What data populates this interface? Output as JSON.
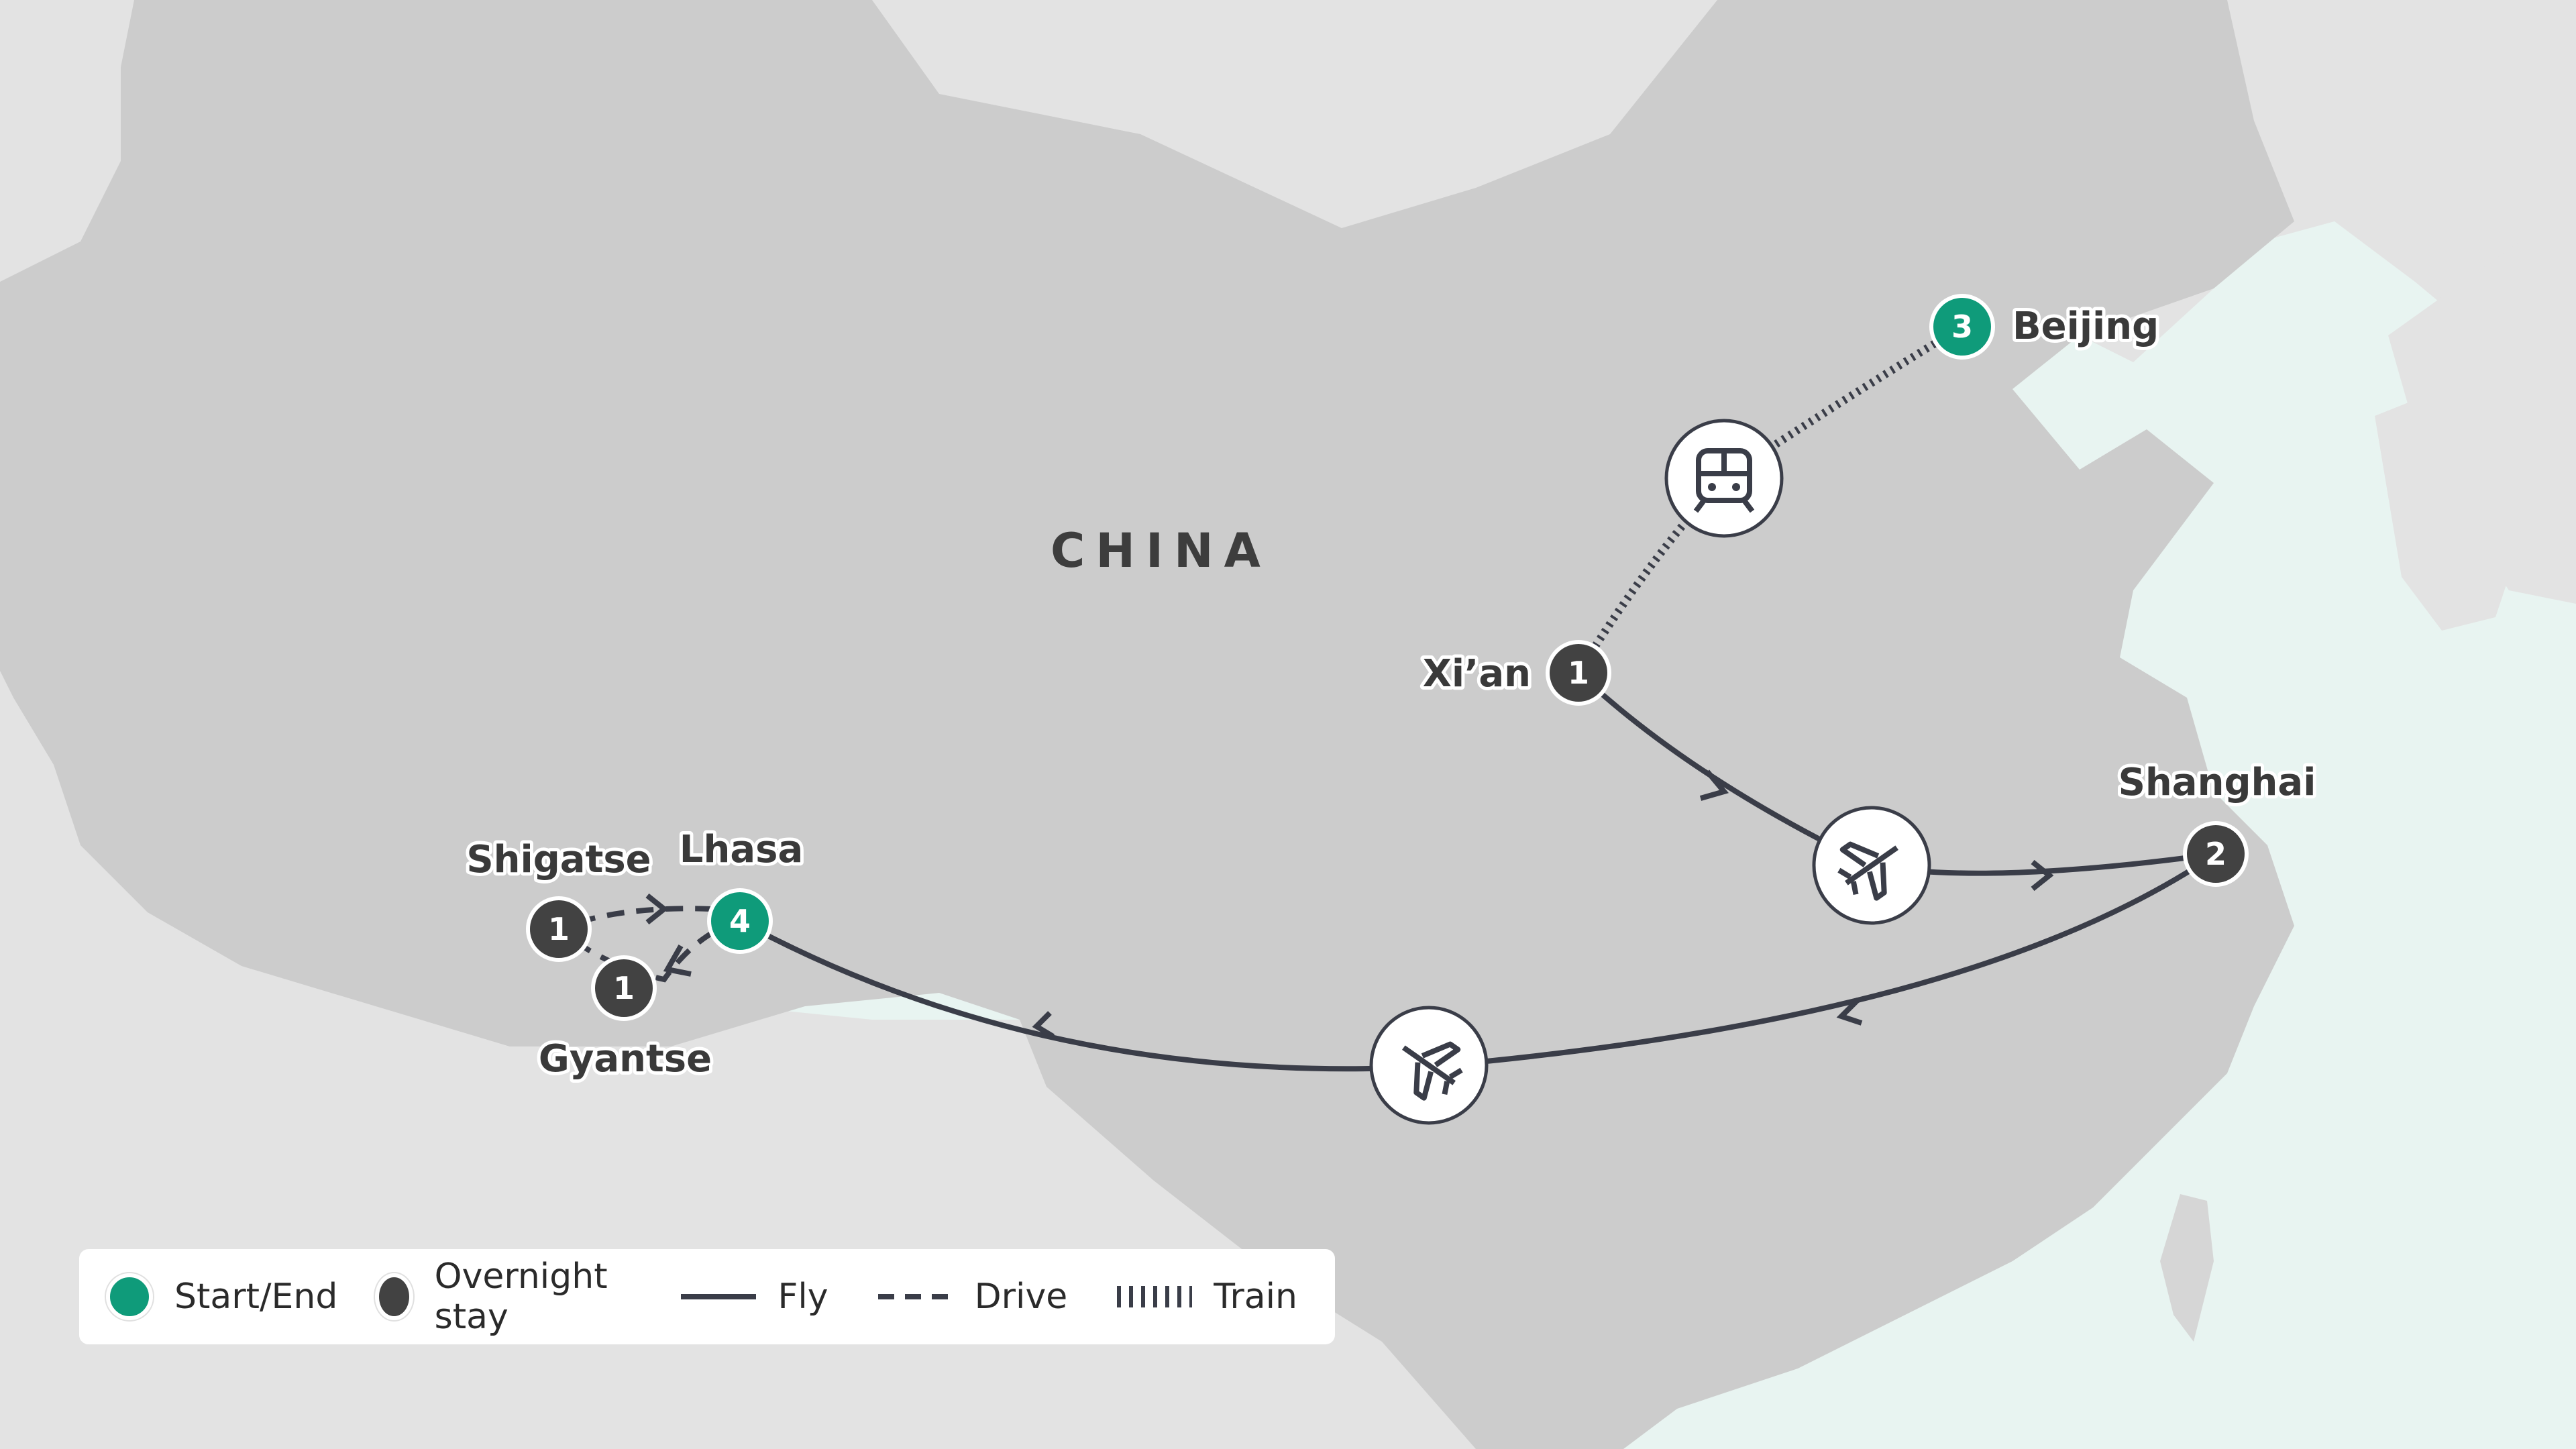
{
  "map": {
    "country_label": "CHINA",
    "colors": {
      "sea": "#e8f4f1",
      "land_other": "#e3e3e3",
      "land_main": "#cccccc",
      "route": "#3a3d48",
      "start_end": "#0f9b7a",
      "overnight": "#424242"
    },
    "stops": [
      {
        "name": "Beijing",
        "nights": "3",
        "type": "start-end"
      },
      {
        "name": "Xi’an",
        "nights": "1",
        "type": "overnight"
      },
      {
        "name": "Shanghai",
        "nights": "2",
        "type": "overnight"
      },
      {
        "name": "Lhasa",
        "nights": "4",
        "type": "start-end"
      },
      {
        "name": "Shigatse",
        "nights": "1",
        "type": "overnight"
      },
      {
        "name": "Gyantse",
        "nights": "1",
        "type": "overnight"
      }
    ],
    "transport_icons": [
      "train-icon",
      "plane-icon",
      "plane-icon"
    ]
  },
  "legend": {
    "start_end": "Start/End",
    "overnight": "Overnight stay",
    "fly": "Fly",
    "drive": "Drive",
    "train": "Train"
  }
}
